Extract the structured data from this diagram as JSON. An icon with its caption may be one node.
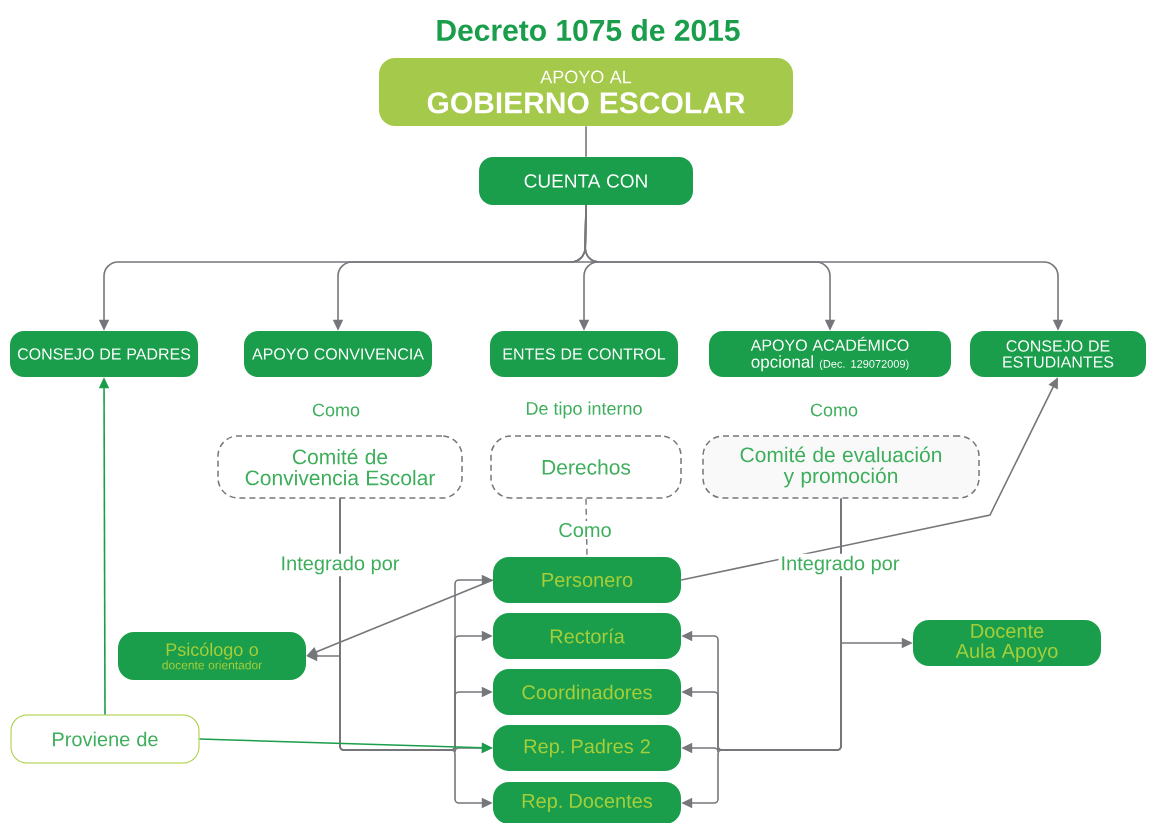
{
  "diagram": {
    "title": "Decreto 1075 de 2015",
    "nodes": [
      {
        "text": [
          "APOYO AL",
          "GOBIERNO ESCOLAR"
        ]
      },
      {
        "text": [
          "CUENTA CON"
        ]
      },
      {
        "text": [
          "CONSEJO DE PADRES"
        ]
      },
      {
        "text": [
          "APOYO CONVIVENCIA"
        ]
      },
      {
        "text": [
          "ENTES DE CONTROL"
        ]
      },
      {
        "text": [
          "APOYO ACADÉMICO",
          "opcional",
          "(Dec. 129072009)"
        ]
      },
      {
        "text": [
          "CONSEJO DE ESTUDIANTES"
        ]
      },
      {
        "text": [
          "Comité de Convivencia Escolar"
        ]
      },
      {
        "text": [
          "Derechos"
        ]
      },
      {
        "text": [
          "Comité de evaluación y promoción"
        ]
      },
      {
        "text": [
          "Personero"
        ]
      },
      {
        "text": [
          "Rectoría"
        ]
      },
      {
        "text": [
          "Coordinadores"
        ]
      },
      {
        "text": [
          "Rep. Padres 2"
        ]
      },
      {
        "text": [
          "Rep. Docentes"
        ]
      },
      {
        "text": [
          "Psicólogo o",
          "docente orientador"
        ]
      },
      {
        "text": [
          "Docente Aula Apoyo"
        ]
      },
      {
        "text": [
          "Proviene de"
        ]
      }
    ],
    "edges": [
      {
        "from": 0,
        "to": 1,
        "arrow": "none"
      },
      {
        "from": 1,
        "to": 2,
        "arrow": "to"
      },
      {
        "from": 1,
        "to": 3,
        "arrow": "to"
      },
      {
        "from": 1,
        "to": 4,
        "arrow": "to"
      },
      {
        "from": 1,
        "to": 5,
        "arrow": "to"
      },
      {
        "from": 1,
        "to": 6,
        "arrow": "to"
      },
      {
        "from": 8,
        "to": 10,
        "arrow": "none",
        "style": "dashed",
        "label": "Como"
      },
      {
        "from": 7,
        "to": 15,
        "arrow": "to"
      },
      {
        "from": 7,
        "to": 10,
        "arrow": "to"
      },
      {
        "from": 7,
        "to": 11,
        "arrow": "to"
      },
      {
        "from": 7,
        "to": 12,
        "arrow": "to"
      },
      {
        "from": 7,
        "to": 13,
        "arrow": "to"
      },
      {
        "from": 7,
        "to": 14,
        "arrow": "to"
      },
      {
        "from": 9,
        "to": 16,
        "arrow": "to"
      },
      {
        "from": 9,
        "to": 11,
        "arrow": "to"
      },
      {
        "from": 9,
        "to": 12,
        "arrow": "to"
      },
      {
        "from": 9,
        "to": 13,
        "arrow": "to"
      },
      {
        "from": 9,
        "to": 14,
        "arrow": "to"
      },
      {
        "from": 10,
        "to": 15,
        "arrow": "to"
      },
      {
        "from": 10,
        "to": 6,
        "arrow": "to"
      },
      {
        "from": 17,
        "to": 2,
        "arrow": "to",
        "color": "#1a9e4b"
      },
      {
        "from": 17,
        "to": 13,
        "arrow": "to",
        "color": "#1a9e4b"
      }
    ],
    "labels": [
      "Como",
      "De tipo interno",
      "Como",
      "Integrado por",
      "Integrado por"
    ]
  }
}
